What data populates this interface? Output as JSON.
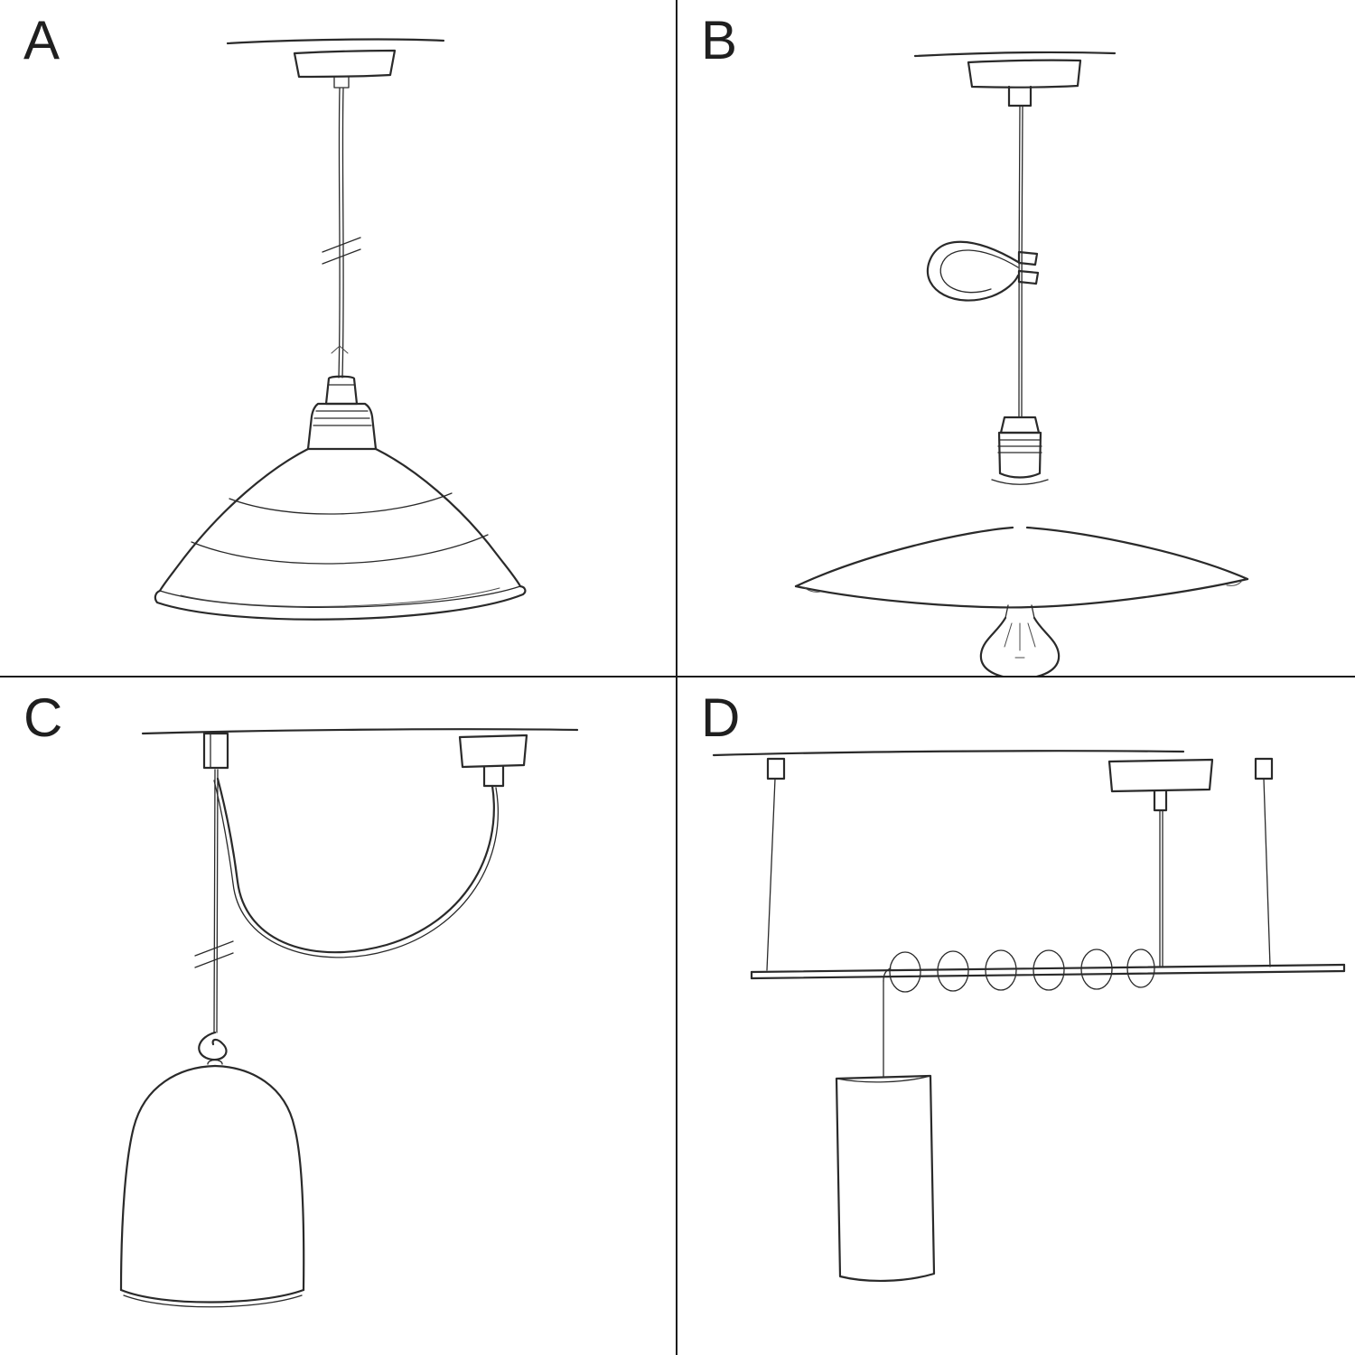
{
  "colors": {
    "background": "#ffffff",
    "ink": "#2a2a2a",
    "divider": "#1a1a1a"
  },
  "panels": [
    {
      "label": "A",
      "name": "pendant-lamp-industrial-bowl-shade-sketch"
    },
    {
      "label": "B",
      "name": "pendant-lamp-flat-saucer-shade-exposed-bulb-sketch"
    },
    {
      "label": "C",
      "name": "swag-pendant-lamp-bell-shade-sketch"
    },
    {
      "label": "D",
      "name": "bar-suspension-coiled-cable-cylinder-shade-sketch"
    }
  ]
}
